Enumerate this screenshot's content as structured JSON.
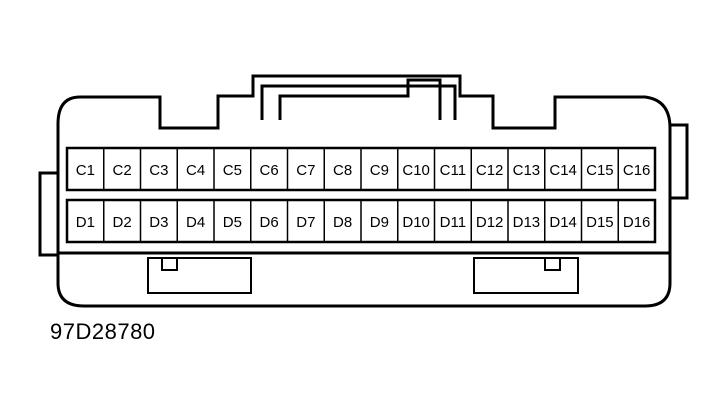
{
  "figure_id": "97D28780",
  "rows": [
    {
      "name": "C",
      "pins": [
        "C1",
        "C2",
        "C3",
        "C4",
        "C5",
        "C6",
        "C7",
        "C8",
        "C9",
        "C10",
        "C11",
        "C12",
        "C13",
        "C14",
        "C15",
        "C16"
      ]
    },
    {
      "name": "D",
      "pins": [
        "D1",
        "D2",
        "D3",
        "D4",
        "D5",
        "D6",
        "D7",
        "D8",
        "D9",
        "D10",
        "D11",
        "D12",
        "D13",
        "D14",
        "D15",
        "D16"
      ]
    }
  ],
  "colors": {
    "line": "#000000",
    "background": "#ffffff"
  }
}
